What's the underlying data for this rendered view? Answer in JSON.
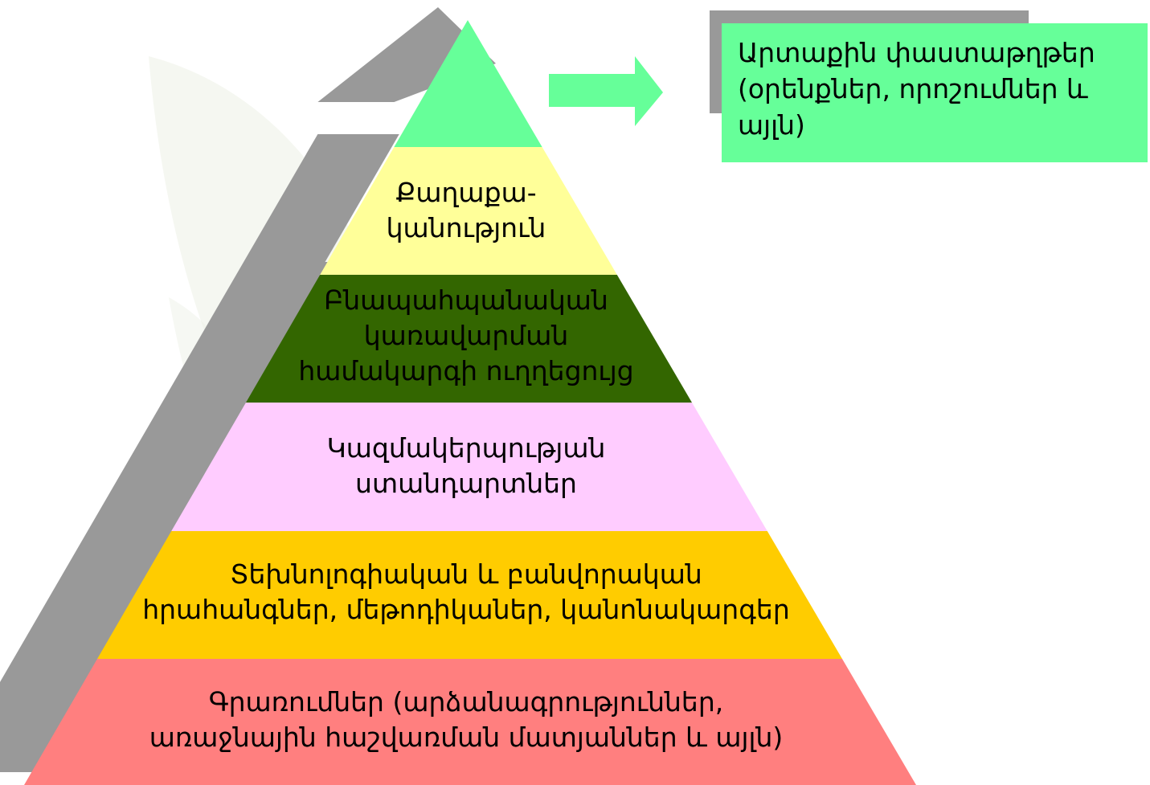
{
  "pyramid": {
    "levels": [
      {
        "text": "",
        "color": "#66ff99"
      },
      {
        "text": "Քաղաքա-\nկանություն",
        "color": "#ffff99"
      },
      {
        "text": "Բնապահպանական\nկառավարման\nհամակարգի ուղղեցույց",
        "color": "#336600"
      },
      {
        "text": "Կազմակերպության\nստանդարտներ",
        "color": "#ffccff"
      },
      {
        "text": "Տեխնոլոգիական և բանվորական\nհրահանգներ, մեթոդիկաներ, կանոնակարգեր",
        "color": "#ffcc00"
      },
      {
        "text": "Գրառումներ (արձանագրություններ,\nառաջնային հաշվառման մատյաններ և այլն)",
        "color": "#ff7f7f"
      }
    ],
    "shadow_color": "#999999"
  },
  "external_documents": {
    "text": "Արտաքին փաստաթղթեր\n(օրենքներ, որոշումներ և\nայլն)",
    "color": "#66ff99"
  },
  "arrow": {
    "color": "#66ff99"
  }
}
